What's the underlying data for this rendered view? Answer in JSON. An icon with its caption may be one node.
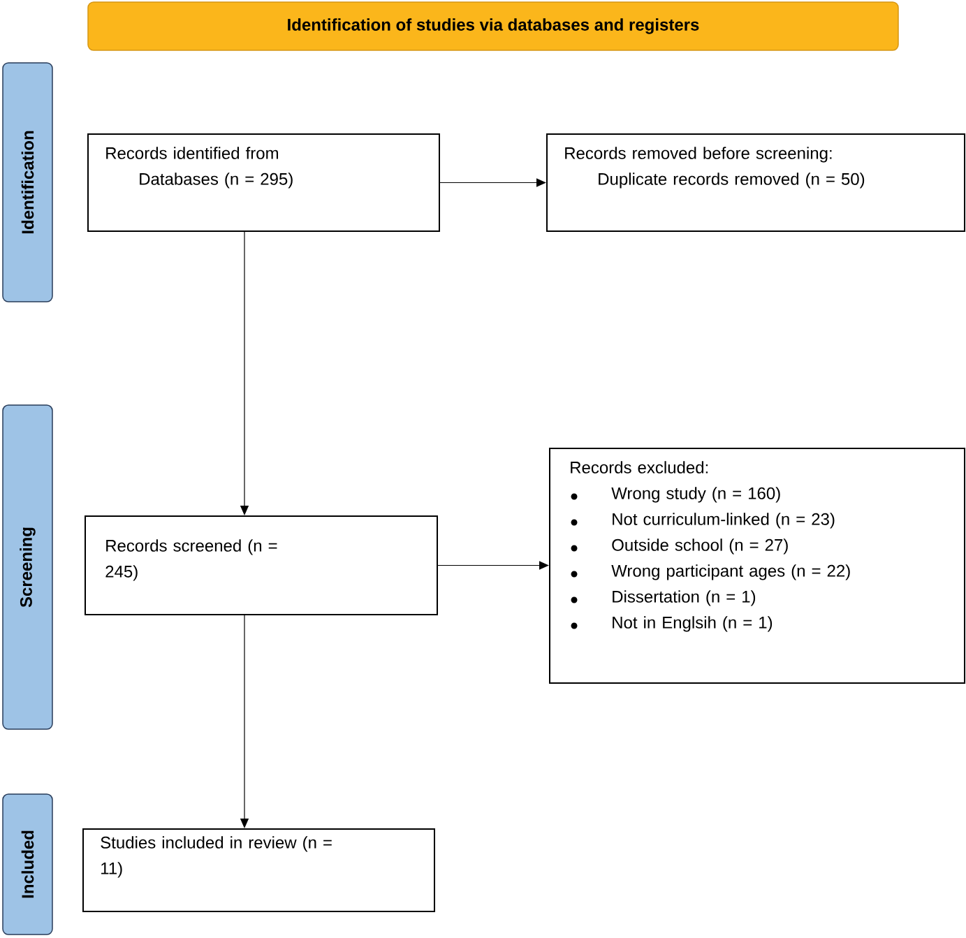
{
  "diagram": {
    "nodes": [
      {
        "text": [
          "Identification of studies via databases and registers"
        ]
      },
      {
        "text": [
          "Identification"
        ]
      },
      {
        "text": [
          "Screening"
        ]
      },
      {
        "text": [
          "Included"
        ]
      },
      {
        "text": [
          "Records identified from",
          "Databases (n = 295)"
        ]
      },
      {
        "text": [
          "Records removed before screening:",
          "Duplicate records removed (n = 50)"
        ]
      },
      {
        "text": [
          "Records screened (n = 245)"
        ]
      },
      {
        "text": [
          "Records excluded:",
          "Wrong study (n = 160)",
          "Not curriculum-linked (n = 23)",
          "Outside school (n = 27)",
          "Wrong participant ages (n = 22)",
          "Dissertation (n = 1)",
          "Not in Englsih (n = 1)"
        ]
      },
      {
        "text": [
          "Studies included in review (n = 11)"
        ]
      }
    ],
    "edges": [
      {
        "from": 4,
        "to": 5,
        "arrow": "to"
      },
      {
        "from": 4,
        "to": 6,
        "arrow": "to"
      },
      {
        "from": 6,
        "to": 7,
        "arrow": "to"
      },
      {
        "from": 6,
        "to": 8,
        "arrow": "to"
      }
    ]
  }
}
